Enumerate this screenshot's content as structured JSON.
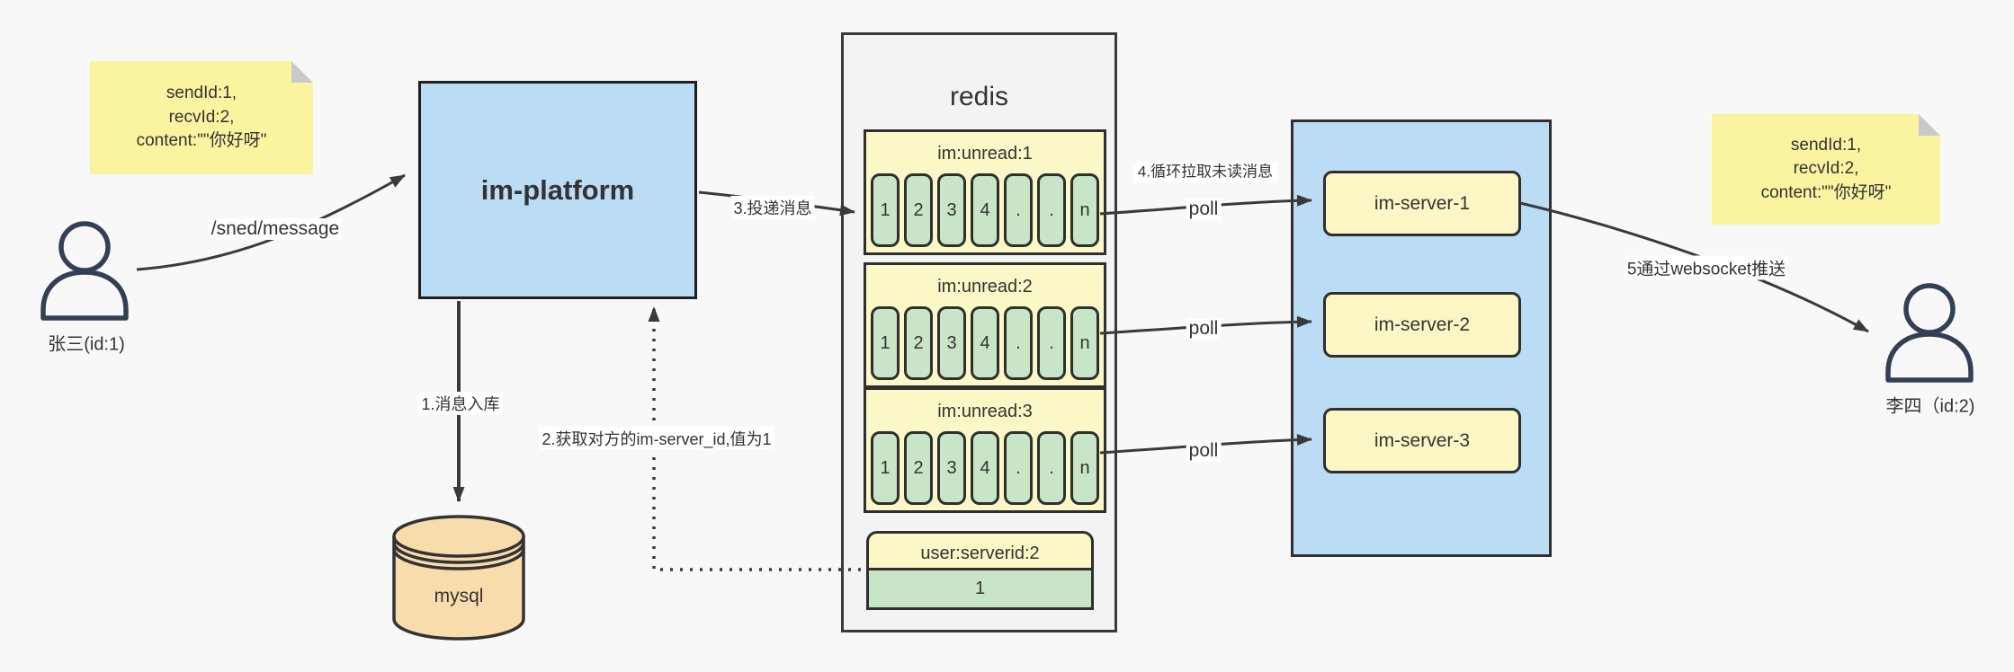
{
  "colors": {
    "page_bg": "#f8f8f8",
    "blue_fill": "#bbdcf5",
    "note_yellow": "#faf3a0",
    "block_yellow": "#fcf7c6",
    "cell_green": "#c9e5c8",
    "db_orange": "#f9dcac",
    "redis_bg": "#f3f3f3",
    "stroke": "#3a3a3a",
    "person_stroke": "#333f55"
  },
  "actors": {
    "sender": "张三(id:1)",
    "receiver": "李四（id:2)"
  },
  "notes": {
    "left": "sendId:1,\nrecvId:2,\ncontent:\"\"你好呀\"",
    "right": "sendId:1,\nrecvId:2,\ncontent:\"\"你好呀\""
  },
  "platform": {
    "label": "im-platform"
  },
  "database": {
    "label": "mysql"
  },
  "redis": {
    "title": "redis",
    "queues": [
      {
        "header": "im:unread:1",
        "cells": [
          "1",
          "2",
          "3",
          "4",
          ".",
          ".",
          "n"
        ]
      },
      {
        "header": "im:unread:2",
        "cells": [
          "1",
          "2",
          "3",
          "4",
          ".",
          ".",
          "n"
        ]
      },
      {
        "header": "im:unread:3",
        "cells": [
          "1",
          "2",
          "3",
          "4",
          ".",
          ".",
          "n"
        ]
      }
    ],
    "kv": {
      "header": "user:serverid:2",
      "value": "1"
    }
  },
  "servers": [
    {
      "label": "im-server-1"
    },
    {
      "label": "im-server-2"
    },
    {
      "label": "im-server-3"
    }
  ],
  "edges": {
    "send": "/sned/message",
    "store": "1.消息入库",
    "lookup": "2.获取对方的im-server_id,值为1",
    "deliver": "3.投递消息",
    "pull": "4.循环拉取未读消息",
    "poll_1": "poll",
    "poll_2": "poll",
    "poll_3": "poll",
    "push": "5通过websocket推送"
  }
}
